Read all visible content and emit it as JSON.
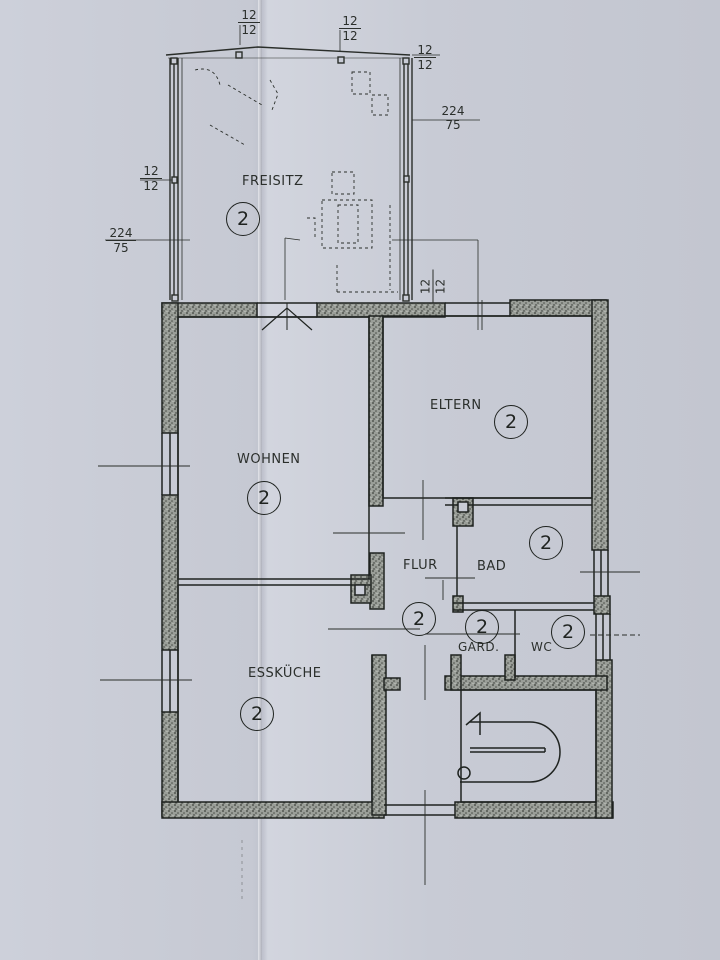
{
  "rooms": {
    "freisitz": {
      "label": "FREISITZ",
      "marker": "2"
    },
    "wohnen": {
      "label": "WOHNEN",
      "marker": "2"
    },
    "eltern": {
      "label": "ELTERN",
      "marker": "2"
    },
    "flur": {
      "label": "FLUR",
      "marker": "2"
    },
    "bad": {
      "label": "BAD",
      "marker": "2"
    },
    "gard": {
      "label": "GARD.",
      "marker": "2"
    },
    "wc": {
      "label": "WC",
      "marker": "2"
    },
    "esskueche": {
      "label": "ESSKÜCHE",
      "marker": "2"
    }
  },
  "dimensions": {
    "top_left_post": {
      "num": "12",
      "den": "12"
    },
    "top_mid_post": {
      "num": "12",
      "den": "12"
    },
    "top_right_post": {
      "num": "12",
      "den": "12"
    },
    "right_opening": {
      "num": "224",
      "den": "75"
    },
    "left_post": {
      "num": "12",
      "den": "12"
    },
    "left_opening": {
      "num": "224",
      "den": "75"
    },
    "bottom_right_post": {
      "num": "12",
      "den": "12"
    }
  },
  "colors": {
    "paper": "#c9ccd6",
    "ink": "#1f2320",
    "wall_fill": "#8a8e88"
  }
}
